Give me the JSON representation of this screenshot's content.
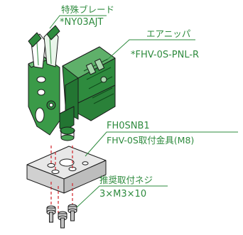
{
  "labels": {
    "blade_name": "特殊ブレード",
    "blade_part": "*NY03AJT",
    "nipper_name": "エアニッパ",
    "nipper_part": "*FHV-0S-PNL-R",
    "bracket_model": "FH0SNB1",
    "bracket_desc": "FHV-0S取付金具(M8)",
    "screw_name": "推奨取付ネジ",
    "screw_spec": "3×M3×10"
  },
  "colors": {
    "body_green": "#2e8b3e",
    "label_green": "#2e8b3e",
    "line": "#1a1a1a",
    "dash_red": "#d2232a",
    "bracket_gray": "#dcdcdc"
  }
}
